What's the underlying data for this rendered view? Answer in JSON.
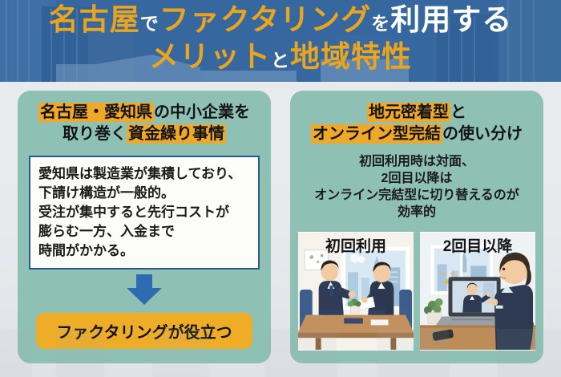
{
  "header": {
    "line1_seg1": "名古屋",
    "line1_seg2": "で",
    "line1_seg3": "ファクタリング",
    "line1_seg4": "を",
    "line1_seg5": "利用する",
    "line2_seg1": "メリット",
    "line2_seg2": "と",
    "line2_seg3": "地域特性"
  },
  "left_panel": {
    "title_l1_highlight": "名古屋・愛知県",
    "title_l1_rest": "の中小企業を",
    "title_l2_pre": "取り巻く",
    "title_l2_highlight": "資金繰り事情",
    "box_lines": [
      "愛知県は製造業が集積しており、",
      "下請け構造が一般的。",
      "受注が集中すると先行コストが",
      "膨らむ一方、入金まで",
      "時間がかかる。"
    ],
    "badge_label": "ファクタリングが役立つ"
  },
  "right_panel": {
    "title_l1_highlight": "地元密着型",
    "title_l1_rest": "と",
    "title_l2_highlight": "オンライン型完結",
    "title_l2_rest": "の使い分け",
    "body_lines": [
      "初回利用時は対面、",
      "2回目以降は",
      "オンライン完結型に切り替えるのが",
      "効率的"
    ],
    "images": [
      {
        "label": "初回利用"
      },
      {
        "label": "2回目以降"
      }
    ]
  },
  "colors": {
    "header_bg": "#36689F",
    "accent_gold": "#E9A51F",
    "panel_teal": "#8EC0B3",
    "highlight_orange": "#F0A828",
    "box_border_blue": "#2B5A8C",
    "arrow_blue": "#2E6CB2",
    "badge_orange": "#EFAC26",
    "page_bg": "#E9ECEF"
  }
}
